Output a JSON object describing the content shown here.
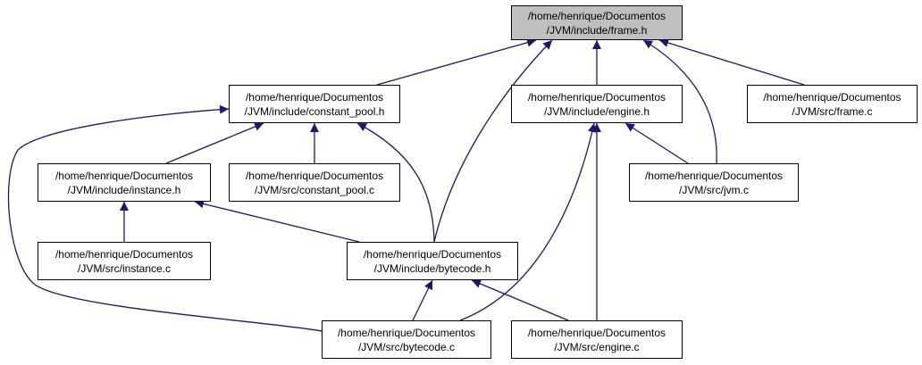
{
  "colors": {
    "edge": "#191970",
    "root_fill": "#bfbfbf",
    "node_fill": "#ffffff",
    "border": "#000000"
  },
  "nodes": {
    "frame_h": {
      "line1": "/home/henrique/Documentos",
      "line2": "/JVM/include/frame.h"
    },
    "constant_pool_h": {
      "line1": "/home/henrique/Documentos",
      "line2": "/JVM/include/constant_pool.h"
    },
    "engine_h": {
      "line1": "/home/henrique/Documentos",
      "line2": "/JVM/include/engine.h"
    },
    "frame_c": {
      "line1": "/home/henrique/Documentos",
      "line2": "/JVM/src/frame.c"
    },
    "instance_h": {
      "line1": "/home/henrique/Documentos",
      "line2": "/JVM/include/instance.h"
    },
    "constant_pool_c": {
      "line1": "/home/henrique/Documentos",
      "line2": "/JVM/src/constant_pool.c"
    },
    "jvm_c": {
      "line1": "/home/henrique/Documentos",
      "line2": "/JVM/src/jvm.c"
    },
    "instance_c": {
      "line1": "/home/henrique/Documentos",
      "line2": "/JVM/src/instance.c"
    },
    "bytecode_h": {
      "line1": "/home/henrique/Documentos",
      "line2": "/JVM/include/bytecode.h"
    },
    "bytecode_c": {
      "line1": "/home/henrique/Documentos",
      "line2": "/JVM/src/bytecode.c"
    },
    "engine_c": {
      "line1": "/home/henrique/Documentos",
      "line2": "/JVM/src/engine.c"
    }
  },
  "edges": [
    {
      "from": "constant_pool_h",
      "to": "frame_h"
    },
    {
      "from": "bytecode_h",
      "to": "frame_h"
    },
    {
      "from": "engine_h",
      "to": "frame_h"
    },
    {
      "from": "jvm_c",
      "to": "frame_h"
    },
    {
      "from": "frame_c",
      "to": "frame_h"
    },
    {
      "from": "instance_h",
      "to": "constant_pool_h"
    },
    {
      "from": "constant_pool_c",
      "to": "constant_pool_h"
    },
    {
      "from": "bytecode_h",
      "to": "constant_pool_h"
    },
    {
      "from": "bytecode_c",
      "to": "constant_pool_h"
    },
    {
      "from": "jvm_c",
      "to": "engine_h"
    },
    {
      "from": "bytecode_c",
      "to": "engine_h"
    },
    {
      "from": "engine_c",
      "to": "engine_h"
    },
    {
      "from": "instance_c",
      "to": "instance_h"
    },
    {
      "from": "bytecode_h",
      "to": "instance_h"
    },
    {
      "from": "bytecode_c",
      "to": "bytecode_h"
    },
    {
      "from": "engine_c",
      "to": "bytecode_h"
    }
  ]
}
